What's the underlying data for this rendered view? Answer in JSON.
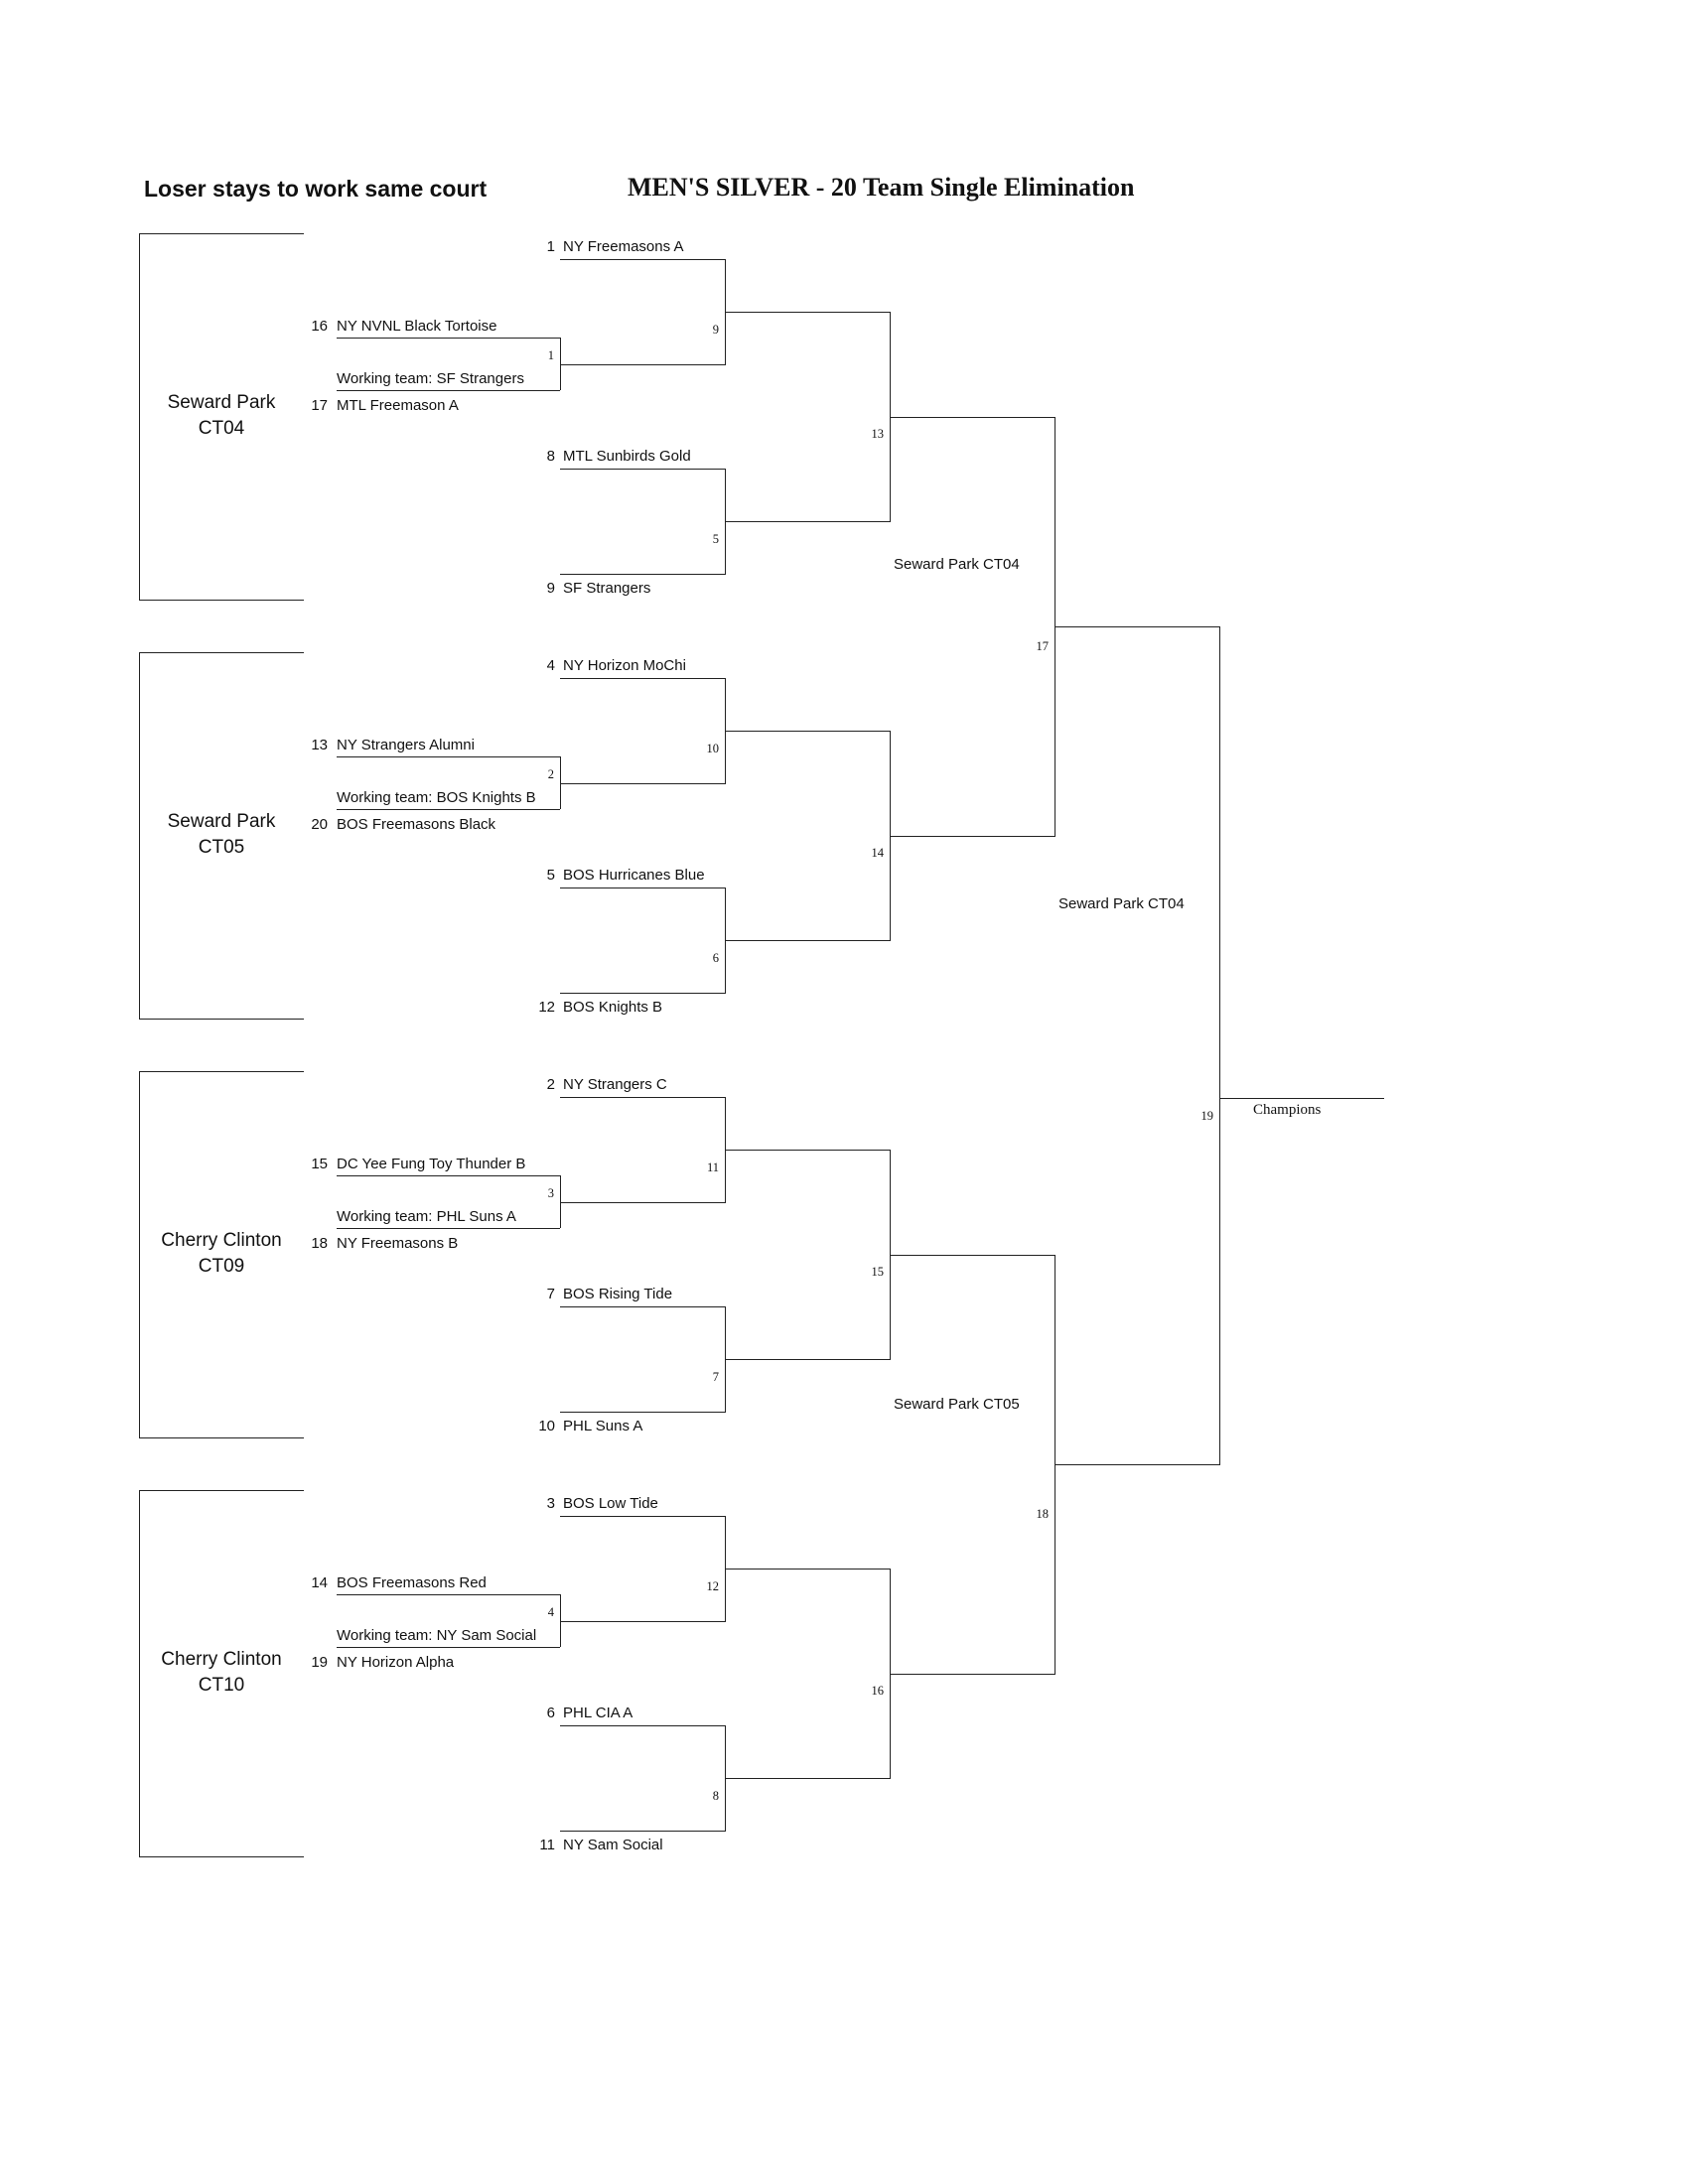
{
  "header": {
    "note": "Loser stays to work same court",
    "title": "MEN'S SILVER - 20 Team Single Elimination"
  },
  "court_groups": [
    {
      "line1": "Seward Park",
      "line2": "CT04"
    },
    {
      "line1": "Seward Park",
      "line2": "CT05"
    },
    {
      "line1": "Cherry Clinton",
      "line2": "CT09"
    },
    {
      "line1": "Cherry Clinton",
      "line2": "CT10"
    }
  ],
  "play_in": [
    {
      "seed_a": "16",
      "team_a": "NY NVNL Black Tortoise",
      "game": "1",
      "working": "Working team: SF Strangers",
      "seed_b": "17",
      "team_b": "MTL Freemason A"
    },
    {
      "seed_a": "13",
      "team_a": "NY Strangers Alumni",
      "game": "2",
      "working": "Working team: BOS Knights B",
      "seed_b": "20",
      "team_b": "BOS Freemasons Black"
    },
    {
      "seed_a": "15",
      "team_a": "DC Yee Fung Toy Thunder B",
      "game": "3",
      "working": "Working team: PHL Suns A",
      "seed_b": "18",
      "team_b": "NY Freemasons B"
    },
    {
      "seed_a": "14",
      "team_a": "BOS Freemasons Red",
      "game": "4",
      "working": "Working team: NY Sam Social",
      "seed_b": "19",
      "team_b": "NY Horizon Alpha"
    }
  ],
  "first_round": [
    {
      "seed": "1",
      "team": "NY Freemasons A"
    },
    {
      "seed": "8",
      "team": "MTL Sunbirds Gold"
    },
    {
      "seed": "9",
      "team": "SF Strangers"
    },
    {
      "seed": "4",
      "team": "NY Horizon MoChi"
    },
    {
      "seed": "5",
      "team": "BOS Hurricanes Blue"
    },
    {
      "seed": "12",
      "team": "BOS Knights B"
    },
    {
      "seed": "2",
      "team": "NY Strangers C"
    },
    {
      "seed": "7",
      "team": "BOS Rising Tide"
    },
    {
      "seed": "10",
      "team": "PHL Suns A"
    },
    {
      "seed": "3",
      "team": "BOS Low Tide"
    },
    {
      "seed": "6",
      "team": "PHL CIA A"
    },
    {
      "seed": "11",
      "team": "NY Sam Social"
    }
  ],
  "games": {
    "g5": "5",
    "g6": "6",
    "g7": "7",
    "g8": "8",
    "g9": "9",
    "g10": "10",
    "g11": "11",
    "g12": "12",
    "g13": "13",
    "g14": "14",
    "g15": "15",
    "g16": "16",
    "g17": "17",
    "g18": "18",
    "g19": "19"
  },
  "court_labels": {
    "semi_top": "Seward Park CT04",
    "semi_bottom": "Seward Park CT05",
    "final": "Seward Park CT04"
  },
  "champions": "Champions"
}
